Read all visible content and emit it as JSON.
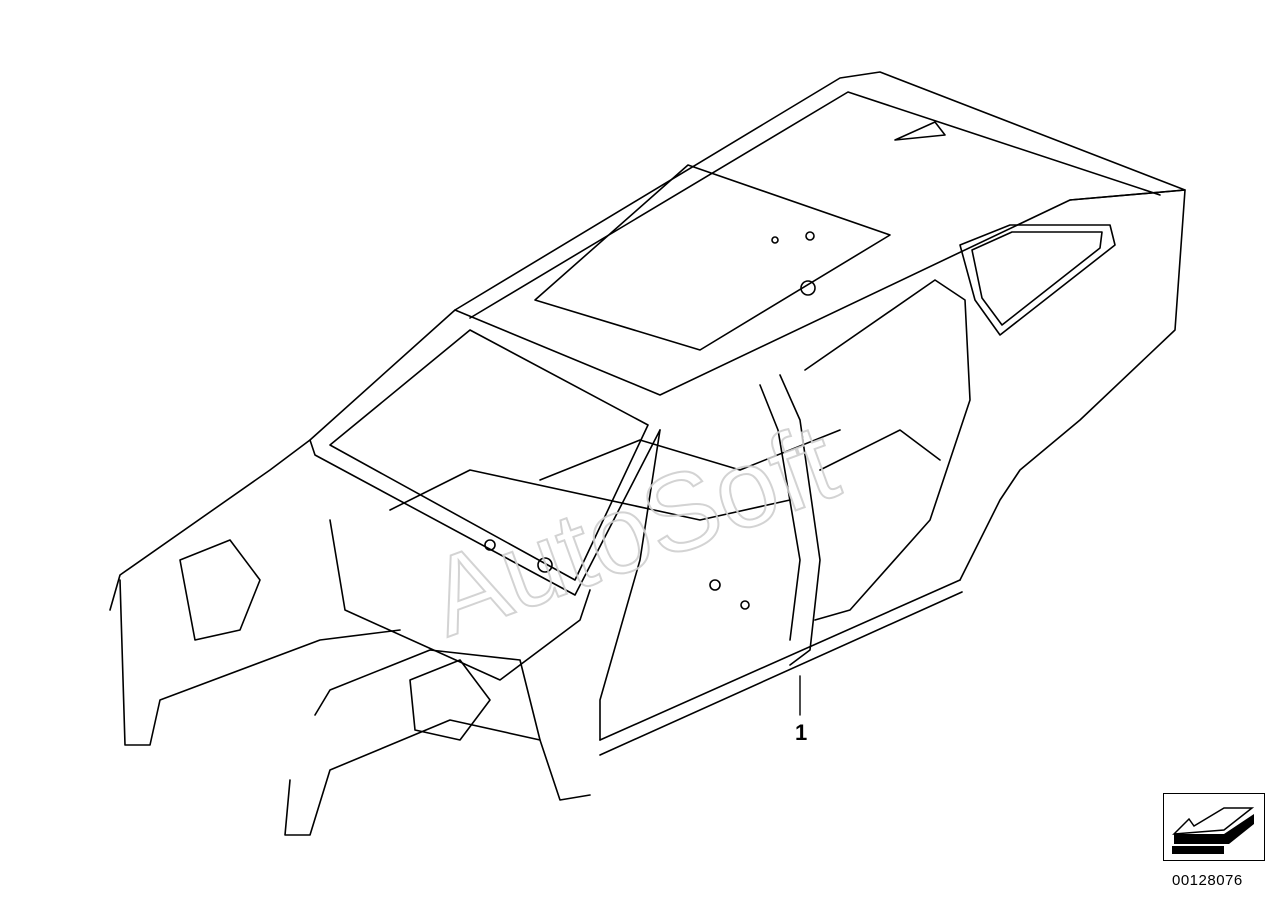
{
  "diagram": {
    "callout_label": "1",
    "drawing_number": "00128076",
    "watermark_text": "AutoSoft",
    "icons": {
      "nav_arrow": "arrow-down-left-icon",
      "watermark": "watermark-icon"
    },
    "colors": {
      "line": "#000000",
      "background": "#ffffff",
      "watermark": "#cfcfcf"
    }
  }
}
